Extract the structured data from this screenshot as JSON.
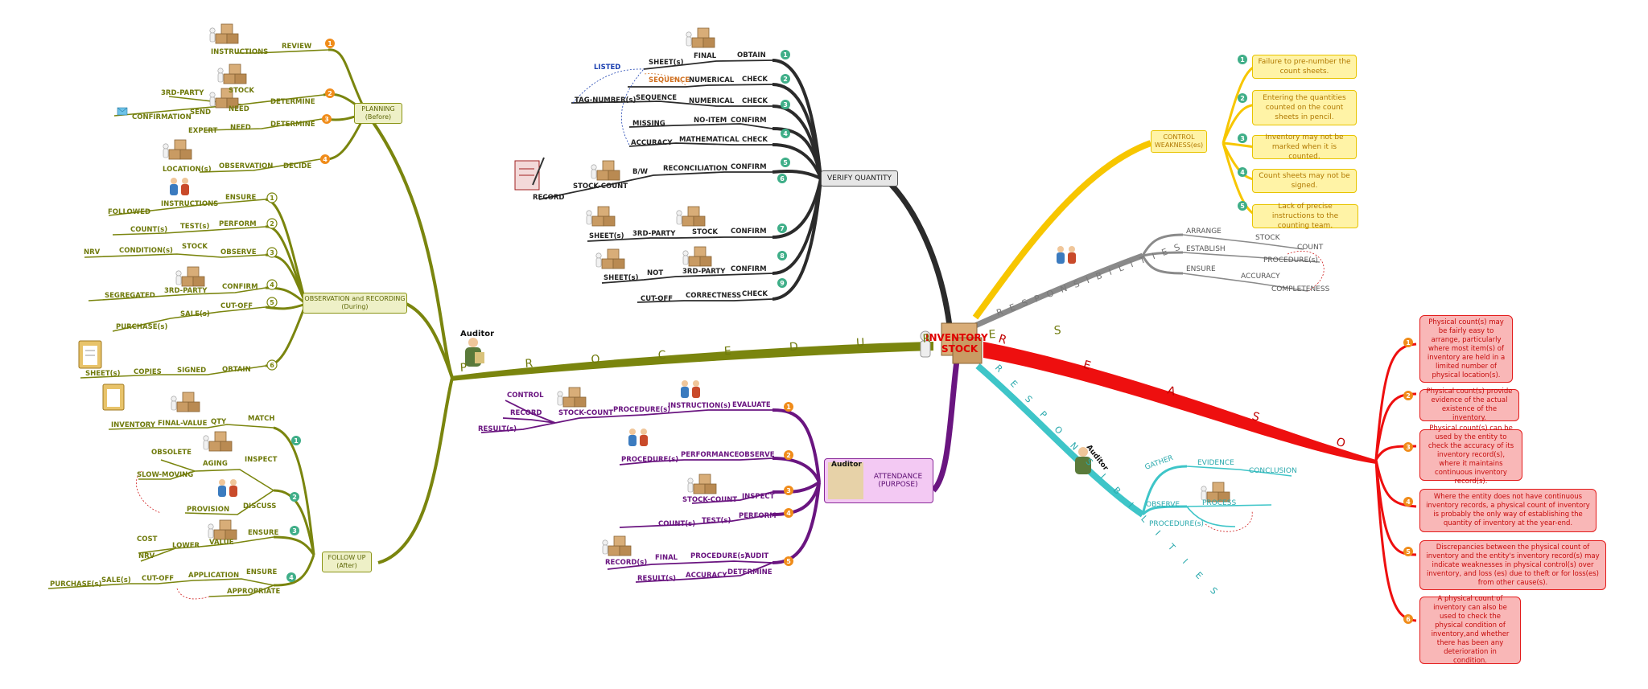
{
  "central": {
    "line1": "INVENTORY",
    "line2": "STOCK"
  },
  "auditor_tag": "Auditor",
  "main_branches": {
    "procedures": "P R O C E D U R E S",
    "reasons": "R E A S O N S",
    "responsibilities_gray": "R E S P O N S I B I L I T I E S",
    "responsibilities_teal": "R E S P O N S I B I L I T I E S"
  },
  "hubs": {
    "planning": {
      "title": "PLANNING",
      "sub": "(Before)"
    },
    "observation": {
      "title": "OBSERVATION and RECORDING",
      "sub": "(During)"
    },
    "followup": {
      "title": "FOLLOW UP",
      "sub": "(After)"
    },
    "verify": "VERIFY QUANTITY",
    "attendance": {
      "title": "ATTENDANCE",
      "sub": "(PURPOSE)"
    },
    "control": {
      "title": "CONTROL",
      "sub": "WEAKNESS(es)"
    }
  },
  "planning_items": [
    {
      "n": "1",
      "a": "REVIEW",
      "b": "INSTRUCTIONS"
    },
    {
      "n": "2",
      "a": "DETERMINE",
      "b": "STOCK",
      "c": "3RD-PARTY",
      "d": "NEED",
      "e": "SEND",
      "f": "CONFIRMATION"
    },
    {
      "n": "3",
      "a": "DETERMINE",
      "b": "NEED",
      "c": "EXPERT"
    },
    {
      "n": "4",
      "a": "DECIDE",
      "b": "OBSERVATION",
      "c": "LOCATION(s)"
    }
  ],
  "observation_items": [
    {
      "n": "1",
      "a": "ENSURE",
      "b": "INSTRUCTIONS",
      "c": "FOLLOWED"
    },
    {
      "n": "2",
      "a": "PERFORM",
      "b": "TEST(s)",
      "c": "COUNT(s)"
    },
    {
      "n": "3",
      "a": "OBSERVE",
      "b": "STOCK",
      "c": "CONDITION(s)",
      "d": "NRV"
    },
    {
      "n": "4",
      "a": "CONFIRM",
      "b": "3RD-PARTY",
      "c": "SEGREGATED"
    },
    {
      "n": "5",
      "a": "CUT-OFF",
      "b": "SALE(s)",
      "c": "PURCHASE(s)"
    },
    {
      "n": "6",
      "a": "OBTAIN",
      "b": "SIGNED",
      "c": "COPIES",
      "d": "SHEET(s)"
    }
  ],
  "followup_items": [
    {
      "n": "1",
      "a": "MATCH",
      "b": "QTY",
      "c": "FINAL-VALUE",
      "d": "INVENTORY"
    },
    {
      "n": "2",
      "a": "INSPECT",
      "b": "AGING",
      "c": "OBSOLETE",
      "d": "SLOW-MOVING",
      "e": "DISCUSS",
      "f": "PROVISION"
    },
    {
      "n": "3",
      "a": "ENSURE",
      "b": "VALUE",
      "c": "LOWER",
      "d": "COST",
      "e": "NRV"
    },
    {
      "n": "4",
      "a": "ENSURE",
      "b": "APPLICATION",
      "c": "CUT-OFF",
      "d": "SALE(s)",
      "e": "PURCHASE(s)",
      "f": "APPROPRIATE"
    }
  ],
  "verify_items": [
    {
      "n": "1",
      "a": "OBTAIN",
      "b": "FINAL",
      "c": "SHEET(s)"
    },
    {
      "n": "2",
      "a": "CHECK",
      "b": "NUMERICAL",
      "c": "SEQUENCE"
    },
    {
      "n": "3",
      "a": "CHECK",
      "b": "NUMERICAL",
      "c": "SEQUENCE",
      "d": "TAG-NUMBER(s)",
      "e": "LISTED"
    },
    {
      "n": "4",
      "a": "CONFIRM",
      "b": "NO-ITEM",
      "c": "MISSING"
    },
    {
      "n": "5",
      "a": "CHECK",
      "b": "MATHEMATICAL",
      "c": "ACCURACY"
    },
    {
      "n": "6",
      "a": "CONFIRM",
      "b": "RECONCILIATION",
      "c": "B/W",
      "d": "STOCK-COUNT",
      "e": "RECORD"
    },
    {
      "n": "7",
      "a": "CONFIRM",
      "b": "STOCK",
      "c": "3RD-PARTY",
      "d": "SHEET(s)"
    },
    {
      "n": "8",
      "a": "CONFIRM",
      "b": "3RD-PARTY",
      "c": "NOT",
      "d": "SHEET(s)"
    },
    {
      "n": "9",
      "a": "CHECK",
      "b": "CORRECTNESS",
      "c": "CUT-OFF"
    }
  ],
  "attendance_items": [
    {
      "n": "1",
      "a": "EVALUATE",
      "b": "INSTRUCTION(s)",
      "c": "PROCEDURE(s)",
      "d": "STOCK-COUNT",
      "e": "CONTROL",
      "f": "RECORD",
      "g": "RESULT(s)"
    },
    {
      "n": "2",
      "a": "OBSERVE",
      "b": "PERFORMANCE",
      "c": "PROCEDURE(s)"
    },
    {
      "n": "3",
      "a": "INSPECT",
      "b": "STOCK-COUNT"
    },
    {
      "n": "4",
      "a": "PERFORM",
      "b": "TEST(s)",
      "c": "COUNT(s)"
    },
    {
      "n": "5",
      "a": "AUDIT",
      "b": "PROCEDURE(s)",
      "c": "FINAL",
      "d": "RECORD(s)",
      "e": "DETERMINE",
      "f": "ACCURACY",
      "g": "RESULT(s)"
    }
  ],
  "gray_items": {
    "arrange": "ARRANGE",
    "stock": "STOCK",
    "count": "COUNT",
    "establish": "ESTABLISH",
    "procedures": "PROCEDURE(s)",
    "ensure": "ENSURE",
    "accuracy": "ACCURACY",
    "completeness": "COMPLETENESS"
  },
  "teal_items": {
    "gather": "GATHER",
    "evidence": "EVIDENCE",
    "conclusion": "CONCLUSION",
    "observe": "OBSERVE",
    "process": "PROCESS",
    "procedures": "PROCEDURE(s)"
  },
  "weaknesses": [
    {
      "n": "1",
      "text": "Failure to pre-number the count sheets."
    },
    {
      "n": "2",
      "text": "Entering the quantities counted on the count sheets in pencil."
    },
    {
      "n": "3",
      "text": "Inventory may not be marked when it is counted."
    },
    {
      "n": "4",
      "text": "Count sheets may not be signed."
    },
    {
      "n": "5",
      "text": "Lack of precise instructions to the counting team."
    }
  ],
  "reasons": [
    {
      "n": "1",
      "text": "Physical count(s) may be fairly easy to arrange, particularly where most item(s) of inventory are held in a limited number of physical location(s)."
    },
    {
      "n": "2",
      "text": "Physical count(s) provide evidence of the actual existence of the inventory."
    },
    {
      "n": "3",
      "text": "Physical count(s) can be used by the entity to check the accuracy of its inventory record(s), where it maintains continuous inventory record(s)."
    },
    {
      "n": "4",
      "text": "Where the entity does not have continuous inventory records, a physical count of inventory is probably the only way of establishing the quantity of inventory at the year-end."
    },
    {
      "n": "5",
      "text": "Discrepancies between the physical count of inventory and the entity's inventory record(s) may indicate weaknesses in physical control(s) over inventory, and loss (es) due to theft or for loss(es) from other cause(s)."
    },
    {
      "n": "6",
      "text": "A physical count of inventory can also be used to check the physical condition of inventory,and whether there has been any deterioration in condition."
    }
  ],
  "colors": {
    "olive": "#7a850e",
    "dark": "#2b2b2b",
    "purple": "#6a1580",
    "yellow": "#f7c600",
    "gray": "#8a8a8a",
    "red": "#ee0f0f",
    "teal": "#3ec5c8"
  }
}
